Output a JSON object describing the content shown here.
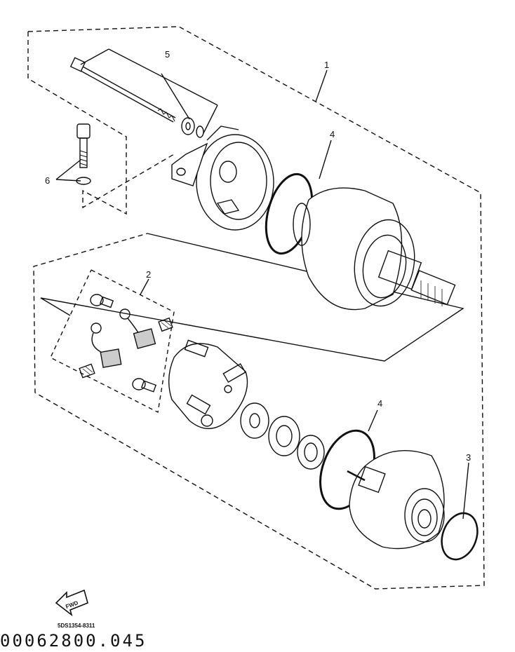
{
  "callouts": {
    "c1": "1",
    "c2": "2",
    "c3": "3",
    "c4a": "4",
    "c4b": "4",
    "c5": "5",
    "c6": "6"
  },
  "fwd_label": "FWD",
  "diagram_code": "5DS1354-8311",
  "document_code": "00062800.045",
  "colors": {
    "ink": "#111111",
    "paper": "#ffffff",
    "shade": "#cccccc"
  }
}
